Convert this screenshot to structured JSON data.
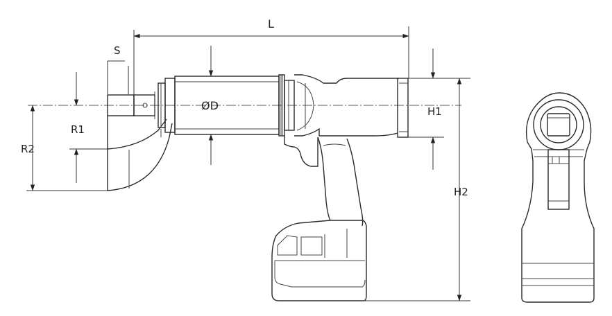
{
  "labels": {
    "L": "L",
    "S": "S",
    "D": "ØD",
    "H1": "H1",
    "H2": "H2",
    "R1": "R1",
    "R2": "R2"
  },
  "colors": {
    "line": "#2a2a2a",
    "background": "#ffffff"
  }
}
